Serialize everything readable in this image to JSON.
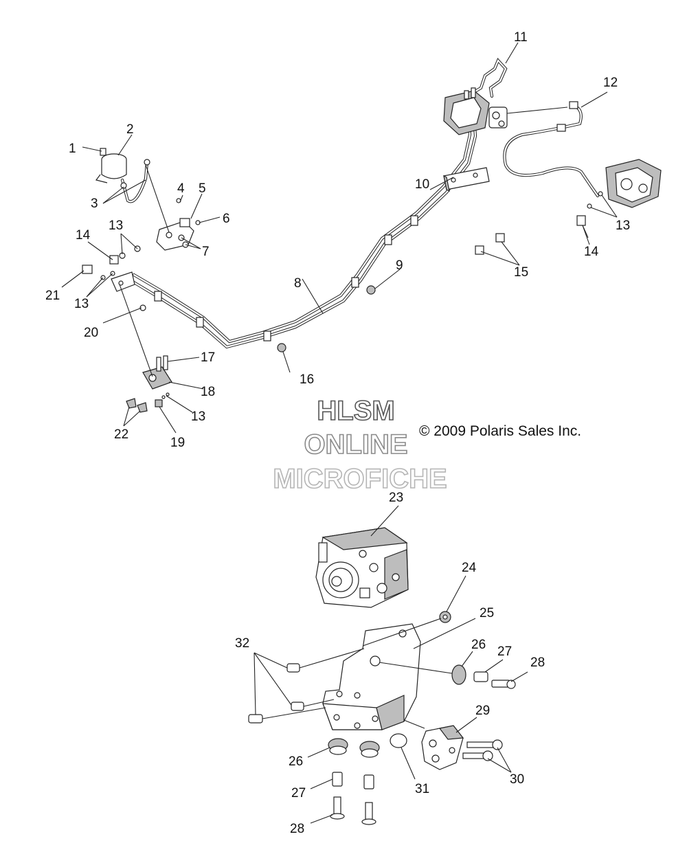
{
  "watermark": {
    "line1": "HLSM",
    "line2": "ONLINE",
    "line3": "MICROFICHE",
    "color1": "#555555",
    "color2": "#8a8a8a",
    "color3": "#b5b5b5"
  },
  "copyright": "© 2009 Polaris Sales Inc.",
  "callouts": [
    {
      "id": "c1",
      "label": "1"
    },
    {
      "id": "c2",
      "label": "2"
    },
    {
      "id": "c3",
      "label": "3"
    },
    {
      "id": "c4",
      "label": "4"
    },
    {
      "id": "c5",
      "label": "5"
    },
    {
      "id": "c6",
      "label": "6"
    },
    {
      "id": "c7",
      "label": "7"
    },
    {
      "id": "c8",
      "label": "8"
    },
    {
      "id": "c9",
      "label": "9"
    },
    {
      "id": "c10",
      "label": "10"
    },
    {
      "id": "c11",
      "label": "11"
    },
    {
      "id": "c12",
      "label": "12"
    },
    {
      "id": "c13a",
      "label": "13"
    },
    {
      "id": "c13b",
      "label": "13"
    },
    {
      "id": "c13c",
      "label": "13"
    },
    {
      "id": "c13d",
      "label": "13"
    },
    {
      "id": "c14a",
      "label": "14"
    },
    {
      "id": "c14b",
      "label": "14"
    },
    {
      "id": "c15",
      "label": "15"
    },
    {
      "id": "c16",
      "label": "16"
    },
    {
      "id": "c17",
      "label": "17"
    },
    {
      "id": "c18",
      "label": "18"
    },
    {
      "id": "c19",
      "label": "19"
    },
    {
      "id": "c20",
      "label": "20"
    },
    {
      "id": "c21",
      "label": "21"
    },
    {
      "id": "c22",
      "label": "22"
    },
    {
      "id": "c23",
      "label": "23"
    },
    {
      "id": "c24",
      "label": "24"
    },
    {
      "id": "c25",
      "label": "25"
    },
    {
      "id": "c26a",
      "label": "26"
    },
    {
      "id": "c26b",
      "label": "26"
    },
    {
      "id": "c27a",
      "label": "27"
    },
    {
      "id": "c27b",
      "label": "27"
    },
    {
      "id": "c28a",
      "label": "28"
    },
    {
      "id": "c28b",
      "label": "28"
    },
    {
      "id": "c29",
      "label": "29"
    },
    {
      "id": "c30",
      "label": "30"
    },
    {
      "id": "c31",
      "label": "31"
    },
    {
      "id": "c32",
      "label": "32"
    }
  ]
}
